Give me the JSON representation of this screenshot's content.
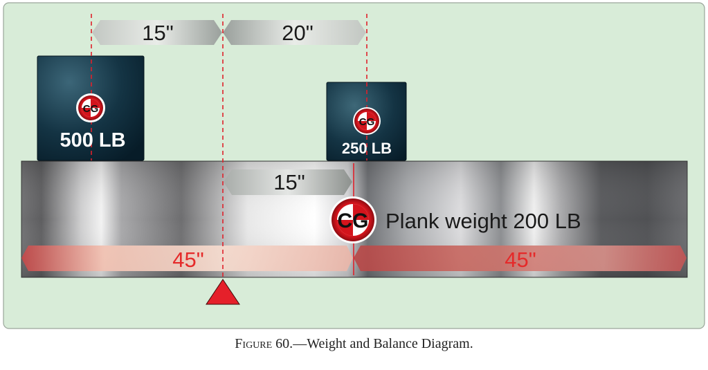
{
  "diagram": {
    "dim_top_left": "15\"",
    "dim_top_right": "20\"",
    "box_left_label": "500 LB",
    "box_right_label": "250 LB",
    "cg_label": "CG",
    "dim_plank_cg": "15\"",
    "plank_label": "Plank weight 200 LB",
    "dim_left_half": "45\"",
    "dim_right_half": "45\""
  },
  "caption": {
    "figure": "Figure 60.",
    "title": "—Weight and Balance Diagram."
  },
  "colors": {
    "background": "#d8ecd8",
    "dashed_line": "#e0202a",
    "fulcrum": "#e5202a",
    "cg_red": "#d3141c",
    "box_dark": "#0d2a38",
    "dim_red_text": "#e52a2a"
  }
}
